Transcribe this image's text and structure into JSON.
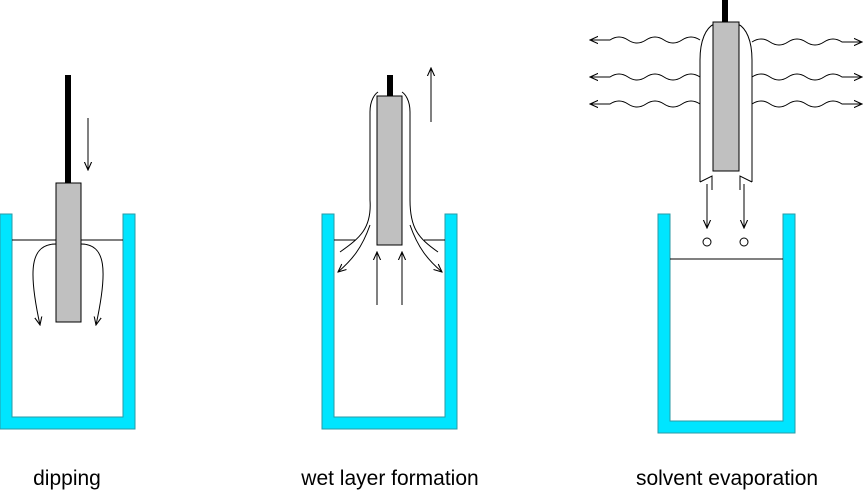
{
  "colors": {
    "vessel": "#00e5ff",
    "vessel_edge": "#2a9aa6",
    "substrate": "#c0c0c0",
    "rod": "#000000",
    "line": "#000000",
    "background": "#ffffff"
  },
  "stages": [
    {
      "id": "dipping",
      "label": "dipping"
    },
    {
      "id": "wet-layer-formation",
      "label": "wet layer formation"
    },
    {
      "id": "solvent-evaporation",
      "label": "solvent evaporation"
    }
  ]
}
